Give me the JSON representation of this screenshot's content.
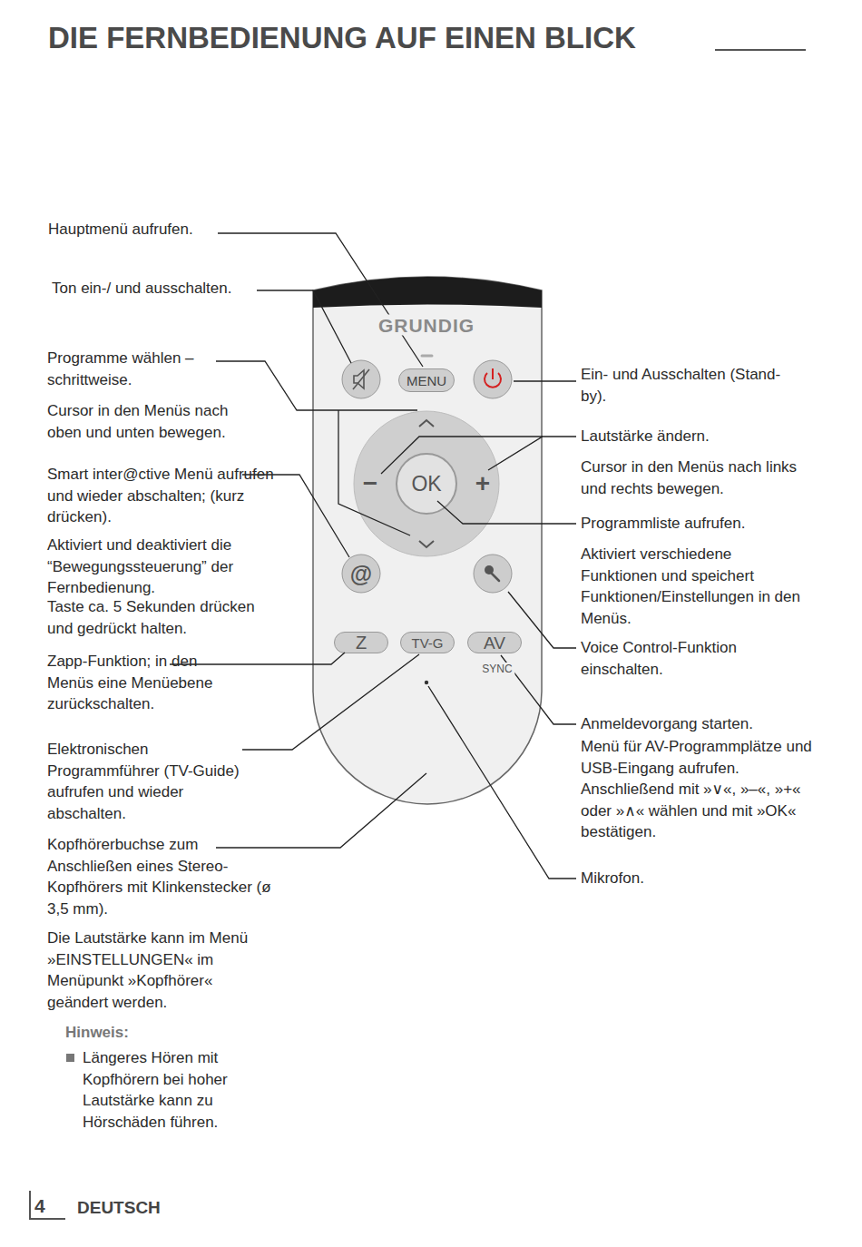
{
  "diagram": {
    "title": "DIE FERNBEDIENUNG AUF EINEN BLICK",
    "nodes": [
      {
        "text": [
          "GRUNDIG"
        ]
      },
      {
        "text": [
          "MENU"
        ],
        "in": 0
      },
      {
        "text": [
          "−",
          "+"
        ],
        "in": 0
      },
      {
        "text": [
          "OK"
        ],
        "in": 2
      },
      {
        "text": [
          "@"
        ],
        "in": 0
      },
      {
        "text": [
          "Z"
        ],
        "in": 0
      },
      {
        "text": [
          "TV-G"
        ],
        "in": 0
      },
      {
        "text": [
          "AV",
          "SYNC"
        ],
        "in": 0
      }
    ],
    "labels": [
      "Hauptmenü aufrufen.",
      "Ton ein-/ und ausschalten.",
      "Programme wählen – schrittweise.",
      "Cursor in den Menüs nach oben und unten bewegen.",
      "Smart inter@ctive Menü aufrufen und wieder abschalten; (kurz drücken).",
      "Aktiviert und deaktiviert die “Bewegungssteuerung” der Fernbedienung.",
      "Taste ca. 5 Sekunden drücken und gedrückt halten.",
      "Zapp-Funktion; in den Menüs eine Menüebene zurückschalten.",
      "Elektronischen Programmführer (TV-Guide) aufrufen und wieder abschalten.",
      "Kopfhörerbuchse zum Anschließen eines Stereo-Kopfhörers mit Klinkenstecker (ø 3,5 mm).",
      "Die Lautstärke kann im Menü »EINSTELLUNGEN« im Menüpunkt »Kopfhörer« geändert werden.",
      "Hinweis:",
      "Längeres Hören mit Kopfhörern bei hoher Lautstärke kann zu Hörschäden führen.",
      "Ein- und Ausschalten (Stand-by).",
      "Lautstärke ändern.",
      "Cursor in den Menüs nach links und rechts bewegen.",
      "Programmliste aufrufen.",
      "Aktiviert verschiedene Funktionen und speichert Funktionen/Einstellungen in den Menüs.",
      "Voice Control-Funktion einschalten.",
      "Anmeldevorgang starten.",
      "Menü für AV-Programmplätze und USB-Eingang aufrufen. Anschließend mit »∨«, »–«, »+« oder »∧« wählen und mit »OK« bestätigen.",
      "Mikrofon.",
      "4",
      "DEUTSCH"
    ]
  }
}
